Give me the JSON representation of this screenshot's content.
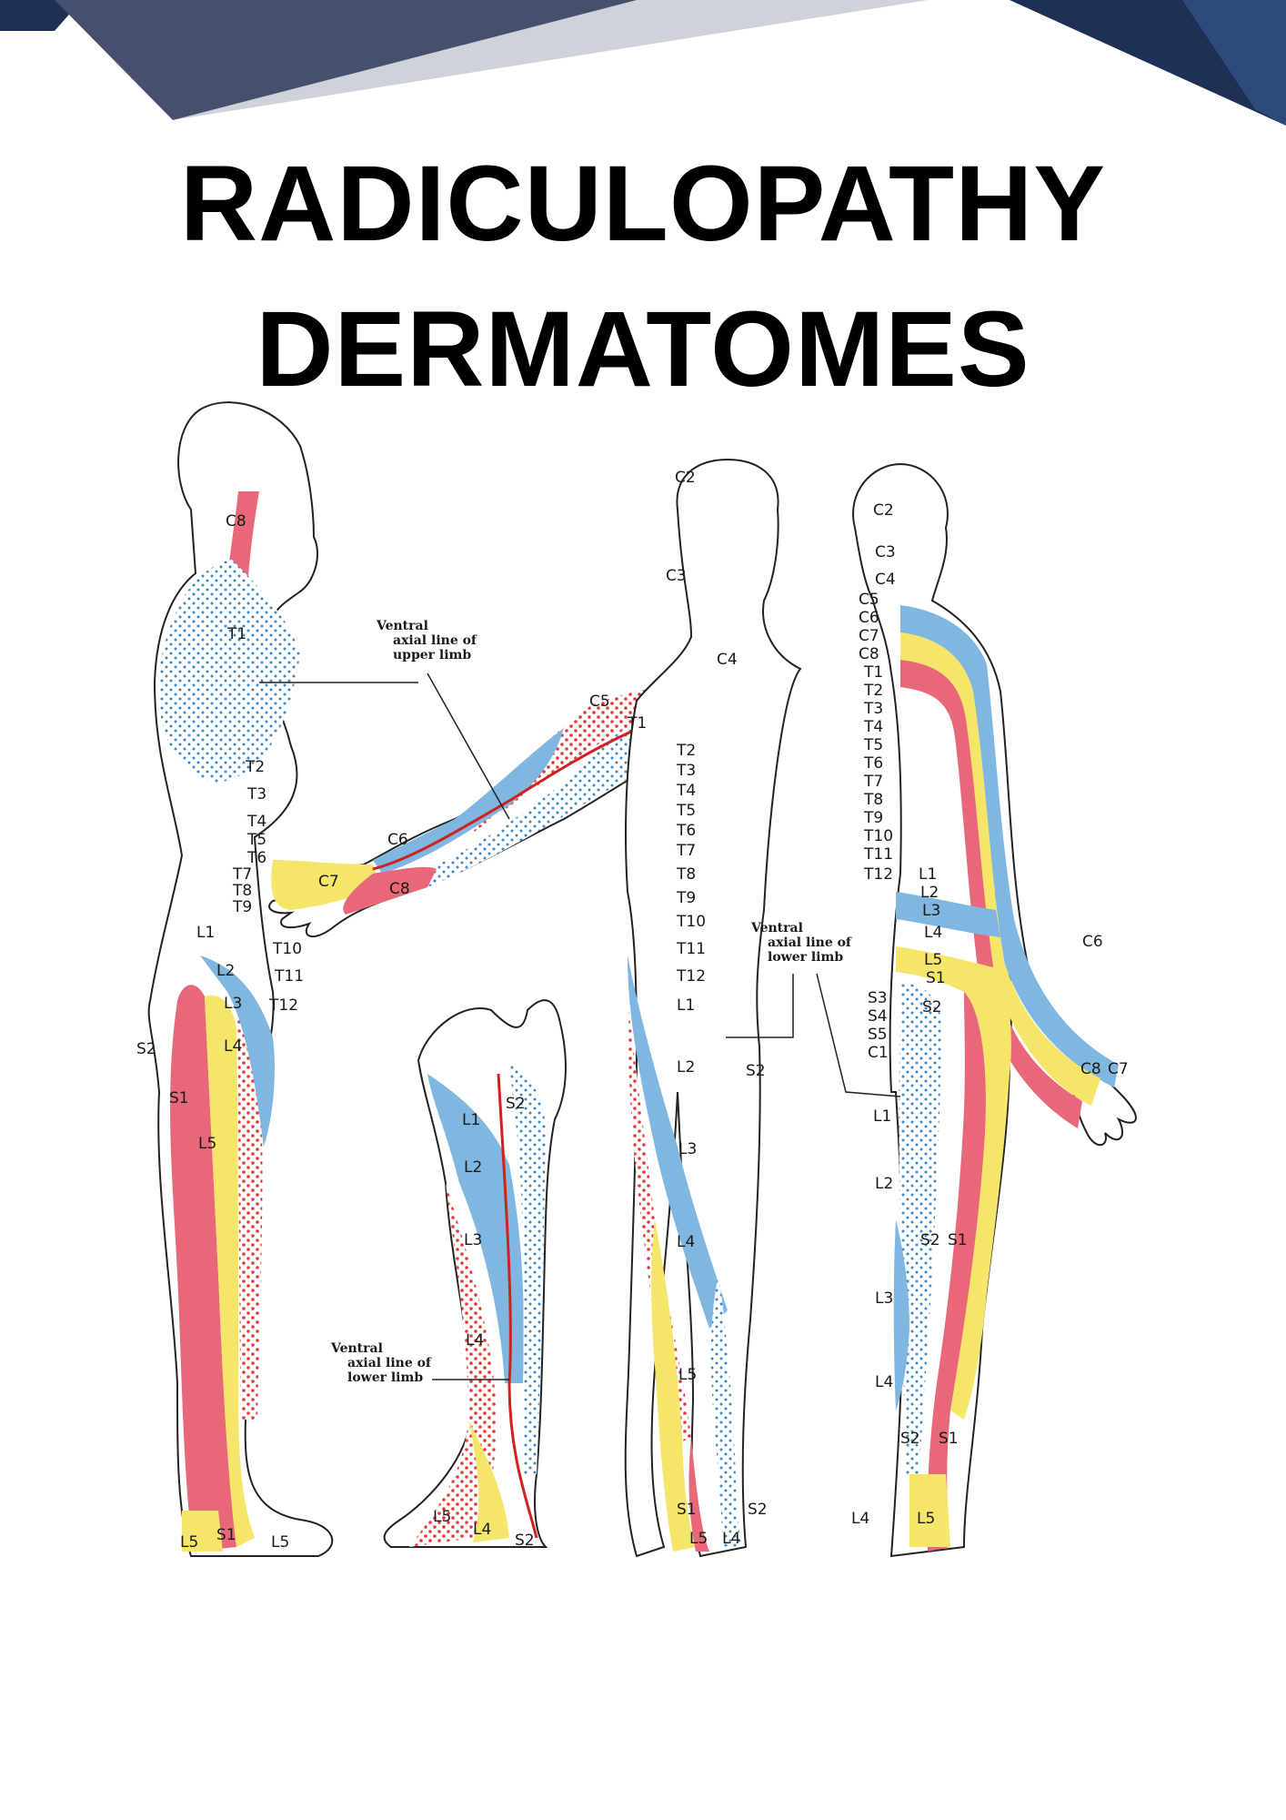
{
  "title_line1": "RADICULOPATHY",
  "title_line2": "DERMATOMES",
  "colors": {
    "banner_dark": "#1f2f55",
    "banner_mid": "#44506e",
    "banner_light": "#cfd2d8",
    "red": "#e8687a",
    "yellow": "#f5e66a",
    "blue": "#7fb7e0",
    "dot_red": "#e23a3a",
    "dot_blue": "#3e86c4"
  },
  "annotations": {
    "upper_limb": [
      "Ventral",
      "axial line of",
      "upper limb"
    ],
    "lower_limb_center": [
      "Ventral",
      "axial line of",
      "lower limb"
    ],
    "lower_limb_left": [
      "Ventral",
      "axial line of",
      "lower limb"
    ]
  },
  "labels": {
    "side_c8": "C8",
    "side_t1": "T1",
    "side_t2": "T2",
    "side_t3": "T3",
    "side_t4": "T4",
    "side_t5": "T5",
    "side_t6": "T6",
    "side_t7": "T7",
    "side_t8": "T8",
    "side_t9": "T9",
    "side_t10": "T10",
    "side_t11": "T11",
    "side_t12": "T12",
    "side_l1": "L1",
    "side_l2": "L2",
    "side_l3": "L3",
    "side_l4": "L4",
    "side_s2": "S2",
    "side_s1": "S1",
    "side_l5": "L5",
    "side_foot_l5a": "L5",
    "side_foot_s1": "S1",
    "side_foot_l5b": "L5",
    "arm_c6": "C6",
    "arm_c7": "C7",
    "arm_c8": "C8",
    "arm_c5": "C5",
    "arm_t1": "T1",
    "front_c2": "C2",
    "front_c3": "C3",
    "front_c4": "C4",
    "front_t2": "T2",
    "front_t3": "T3",
    "front_t4": "T4",
    "front_t5": "T5",
    "front_t6": "T6",
    "front_t7": "T7",
    "front_t8": "T8",
    "front_t9": "T9",
    "front_t10": "T10",
    "front_t11": "T11",
    "front_t12": "T12",
    "front_l1": "L1",
    "front_l2": "L2",
    "front_s2": "S2",
    "front_l3": "L3",
    "front_l4": "L4",
    "front_l5": "L5",
    "front_s1": "S1",
    "front_l5b": "L5",
    "front_l4b": "L4",
    "front_s2b": "S2",
    "leg_s2": "S2",
    "leg_l1": "L1",
    "leg_l2": "L2",
    "leg_l3": "L3",
    "leg_l4": "L4",
    "leg_l5": "L5",
    "leg_l4b": "L4",
    "leg_s2b": "S2",
    "back_c2": "C2",
    "back_c3": "C3",
    "back_c4": "C4",
    "back_c5": "C5",
    "back_c6": "C6",
    "back_c7": "C7",
    "back_c8": "C8",
    "back_t1": "T1",
    "back_t2": "T2",
    "back_t3": "T3",
    "back_t4": "T4",
    "back_t5": "T5",
    "back_t6": "T6",
    "back_t7": "T7",
    "back_t8": "T8",
    "back_t9": "T9",
    "back_t10": "T10",
    "back_t11": "T11",
    "back_t12": "T12",
    "back_l1": "L1",
    "back_l2": "L2",
    "back_l3": "L3",
    "back_l4": "L4",
    "back_l5": "L5",
    "back_s1": "S1",
    "back_s3": "S3",
    "back_s4": "S4",
    "back_s5": "S5",
    "back_c1": "C1",
    "back_s2": "S2",
    "back_arm_c6": "C6",
    "back_arm_c8": "C8",
    "back_arm_c7": "C7",
    "back_leg_l1": "L1",
    "back_leg_l2": "L2",
    "back_leg_s2": "S2",
    "back_leg_s1": "S1",
    "back_leg_l3": "L3",
    "back_leg_l4": "L4",
    "back_heel_s2": "S2",
    "back_heel_s1": "S1",
    "back_foot_l4": "L4",
    "back_foot_l5": "L5"
  }
}
